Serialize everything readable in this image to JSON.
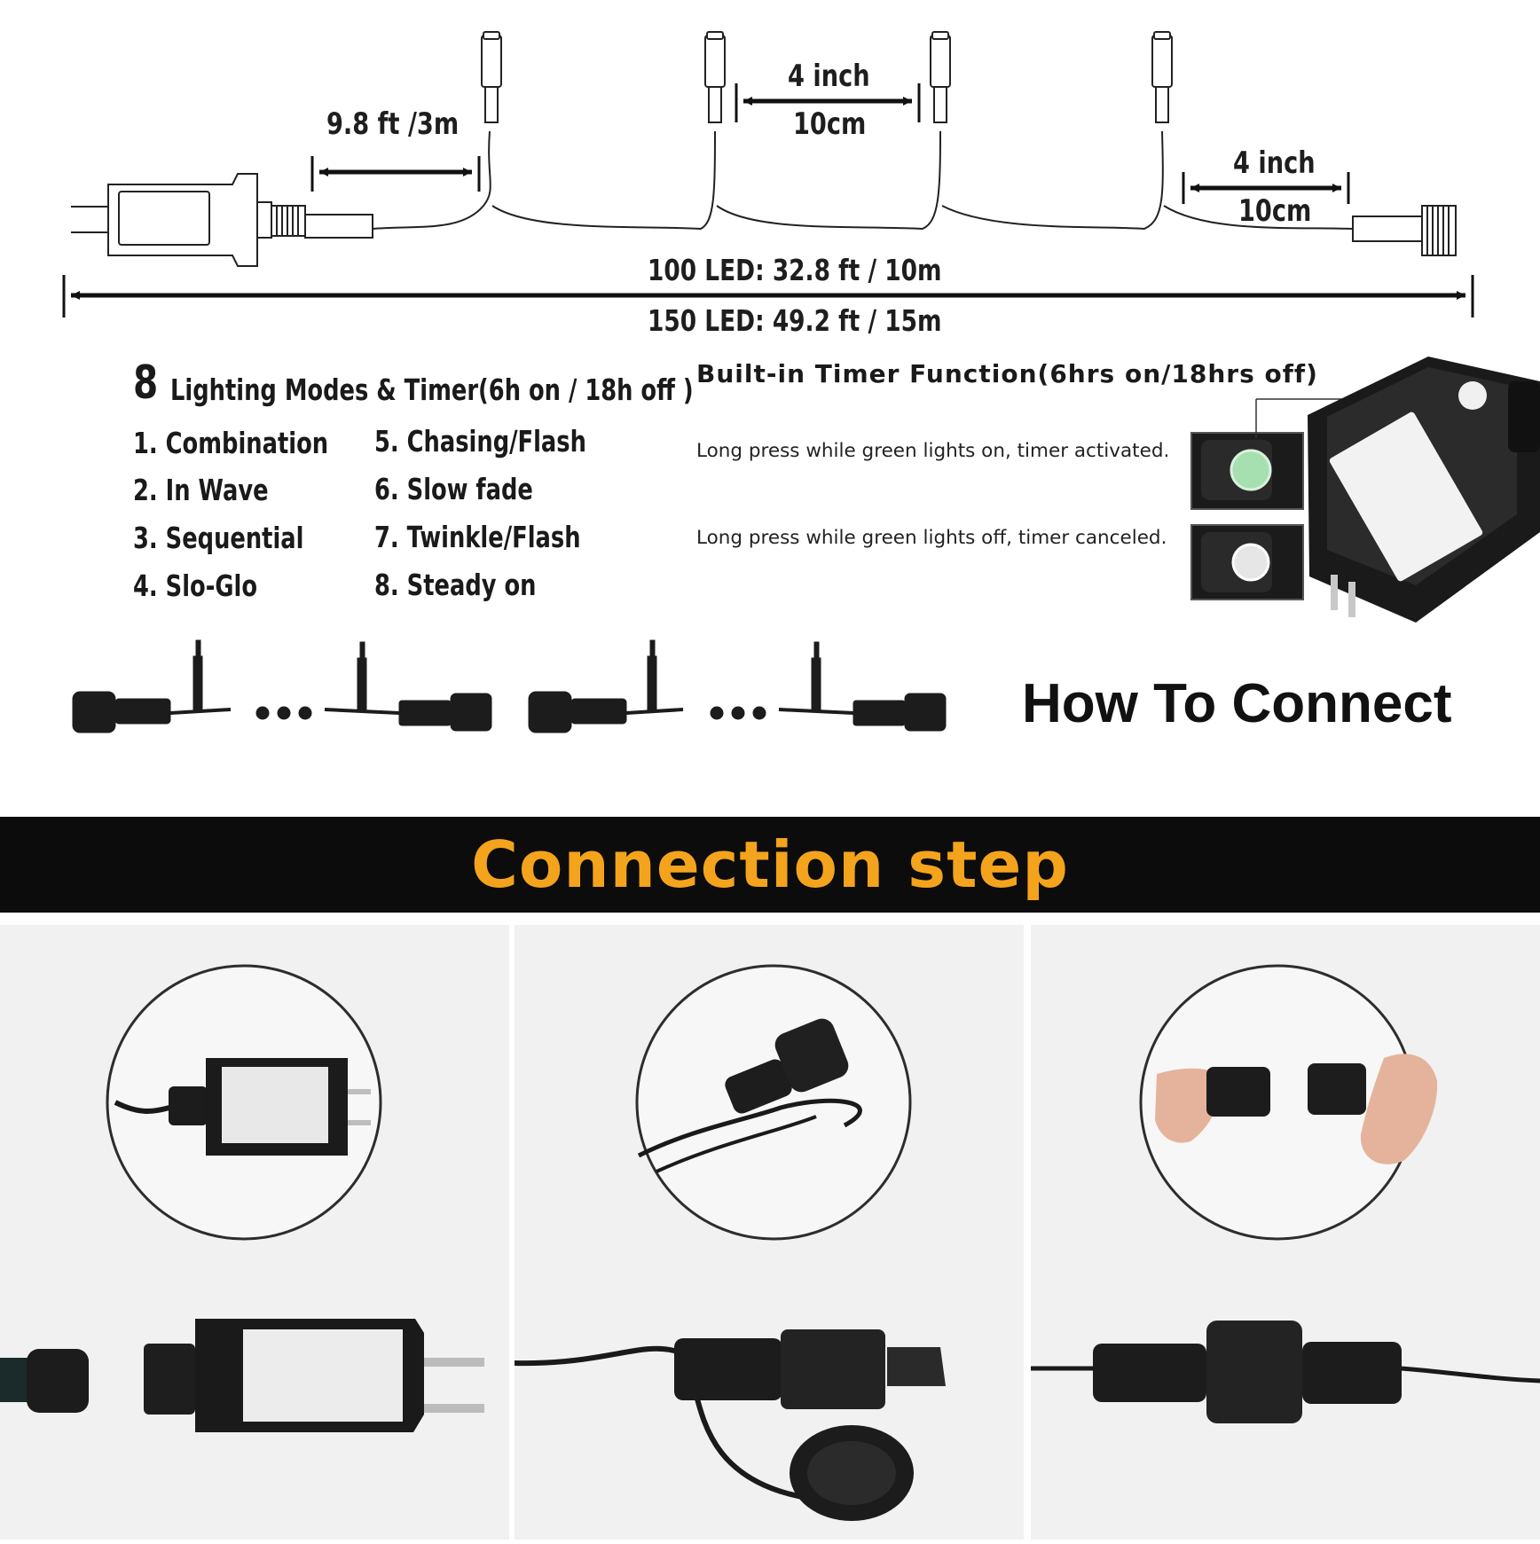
{
  "diagram": {
    "lead_length": "9.8 ft /3m",
    "spacing_inch_1": "4 inch",
    "spacing_cm_1": "10cm",
    "spacing_inch_2": "4 inch",
    "spacing_cm_2": "10cm",
    "length_100": "100 LED:  32.8 ft  / 10m",
    "length_150": "150 LED:  49.2 ft  / 15m"
  },
  "modes": {
    "count": "8",
    "title": "Lighting Modes & Timer(6h on / 18h off )",
    "items": [
      "1. Combination",
      "2. In Wave",
      "3. Sequential",
      "4. Slo-Glo",
      "5. Chasing/Flash",
      "6. Slow fade",
      "7. Twinkle/Flash",
      "8. Steady on"
    ]
  },
  "timer": {
    "title": "Built-in Timer Function(6hrs on/18hrs off)",
    "on_note": "Long press while green lights on, timer activated.",
    "off_note": "Long press while green lights off, timer canceled."
  },
  "connect": {
    "title": "How To Connect"
  },
  "banner": {
    "title": "Connection step"
  },
  "colors": {
    "banner_bg": "#0c0c0c",
    "banner_text": "#f4a31c",
    "button_green": "#a6e0b0",
    "panel_bg": "#f1f1f1"
  }
}
